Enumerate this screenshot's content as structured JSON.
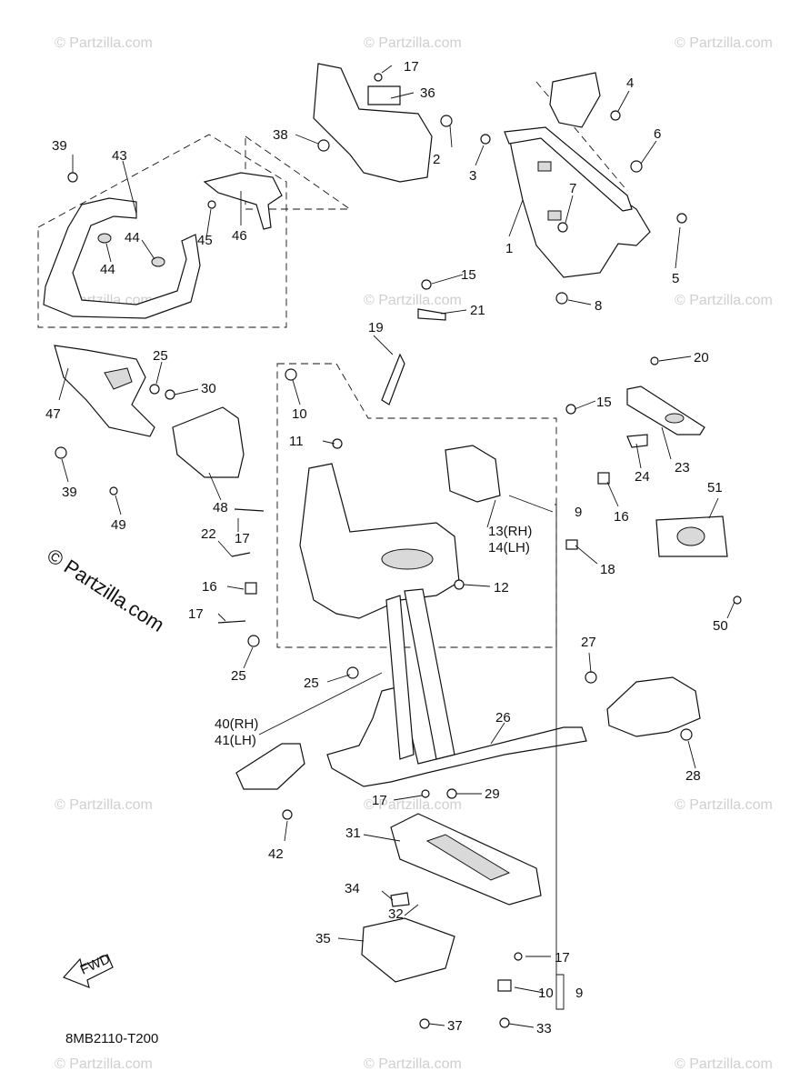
{
  "diagram": {
    "figure_code": "8MB2110-T200",
    "fwd_label": "FWD",
    "brand_watermark": "© Partzilla.com",
    "faint_watermark": "© Partzilla.com",
    "callouts": [
      {
        "id": "c1",
        "text": "1"
      },
      {
        "id": "c2",
        "text": "2"
      },
      {
        "id": "c3",
        "text": "3"
      },
      {
        "id": "c4",
        "text": "4"
      },
      {
        "id": "c5",
        "text": "5"
      },
      {
        "id": "c6",
        "text": "6"
      },
      {
        "id": "c7",
        "text": "7"
      },
      {
        "id": "c8",
        "text": "8"
      },
      {
        "id": "c9a",
        "text": "9"
      },
      {
        "id": "c9b",
        "text": "9"
      },
      {
        "id": "c10a",
        "text": "10"
      },
      {
        "id": "c10b",
        "text": "10"
      },
      {
        "id": "c11",
        "text": "11"
      },
      {
        "id": "c12",
        "text": "12"
      },
      {
        "id": "c13",
        "text": "13(RH)"
      },
      {
        "id": "c14",
        "text": "14(LH)"
      },
      {
        "id": "c15a",
        "text": "15"
      },
      {
        "id": "c15b",
        "text": "15"
      },
      {
        "id": "c16a",
        "text": "16"
      },
      {
        "id": "c16b",
        "text": "16"
      },
      {
        "id": "c17a",
        "text": "17"
      },
      {
        "id": "c17b",
        "text": "17"
      },
      {
        "id": "c17c",
        "text": "17"
      },
      {
        "id": "c17d",
        "text": "17"
      },
      {
        "id": "c17e",
        "text": "17"
      },
      {
        "id": "c18",
        "text": "18"
      },
      {
        "id": "c19",
        "text": "19"
      },
      {
        "id": "c20",
        "text": "20"
      },
      {
        "id": "c21",
        "text": "21"
      },
      {
        "id": "c22",
        "text": "22"
      },
      {
        "id": "c23",
        "text": "23"
      },
      {
        "id": "c24",
        "text": "24"
      },
      {
        "id": "c25a",
        "text": "25"
      },
      {
        "id": "c25b",
        "text": "25"
      },
      {
        "id": "c25c",
        "text": "25"
      },
      {
        "id": "c26",
        "text": "26"
      },
      {
        "id": "c27",
        "text": "27"
      },
      {
        "id": "c28",
        "text": "28"
      },
      {
        "id": "c29",
        "text": "29"
      },
      {
        "id": "c30",
        "text": "30"
      },
      {
        "id": "c31",
        "text": "31"
      },
      {
        "id": "c32",
        "text": "32"
      },
      {
        "id": "c33",
        "text": "33"
      },
      {
        "id": "c34",
        "text": "34"
      },
      {
        "id": "c35",
        "text": "35"
      },
      {
        "id": "c36",
        "text": "36"
      },
      {
        "id": "c37",
        "text": "37"
      },
      {
        "id": "c38",
        "text": "38"
      },
      {
        "id": "c39a",
        "text": "39"
      },
      {
        "id": "c39b",
        "text": "39"
      },
      {
        "id": "c40",
        "text": "40(RH)"
      },
      {
        "id": "c41",
        "text": "41(LH)"
      },
      {
        "id": "c42",
        "text": "42"
      },
      {
        "id": "c43",
        "text": "43"
      },
      {
        "id": "c44a",
        "text": "44"
      },
      {
        "id": "c44b",
        "text": "44"
      },
      {
        "id": "c45",
        "text": "45"
      },
      {
        "id": "c46",
        "text": "46"
      },
      {
        "id": "c47",
        "text": "47"
      },
      {
        "id": "c48",
        "text": "48"
      },
      {
        "id": "c49",
        "text": "49"
      },
      {
        "id": "c50",
        "text": "50"
      },
      {
        "id": "c51",
        "text": "51"
      }
    ]
  }
}
